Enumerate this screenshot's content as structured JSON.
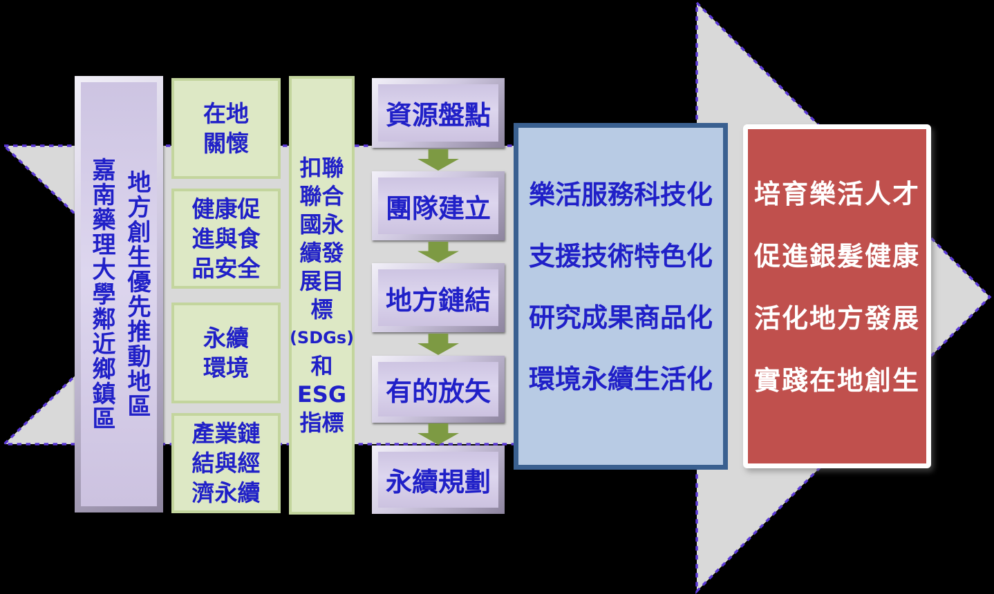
{
  "region_box": {
    "left_column": "嘉南藥理大學鄰近鄉鎮區",
    "right_column": "地方創生優先推動地區"
  },
  "focus_areas": [
    {
      "lines": [
        "在地",
        "關懷"
      ]
    },
    {
      "lines": [
        "健康促",
        "進與食",
        "品安全"
      ]
    },
    {
      "lines": [
        "永續",
        "環境"
      ]
    },
    {
      "lines": [
        "產業鏈",
        "結與經",
        "濟永續"
      ]
    }
  ],
  "sdgs_box": {
    "lines": [
      "扣聯",
      "聯合",
      "國永",
      "續發",
      "展目",
      "標",
      "(SDGs)",
      "和",
      "ESG",
      "指標"
    ]
  },
  "process": {
    "steps": [
      "資源盤點",
      "團隊建立",
      "地方鏈結",
      "有的放矢",
      "永續規劃"
    ]
  },
  "strategies": {
    "items": [
      "樂活服務科技化",
      "支援技術特色化",
      "研究成果商品化",
      "環境永續生活化"
    ]
  },
  "outcomes": {
    "items": [
      "培育樂活人才",
      "促進銀髮健康",
      "活化地方發展",
      "實踐在地創生"
    ]
  },
  "colors": {
    "background": "#000000",
    "arrow_fill": "#d9d9d9",
    "arrow_dash_border": "#5b39d8",
    "text_blue": "#2020c8",
    "green_box_fill": "#dde8c5",
    "green_box_border": "#c3d59d",
    "purple_box_fill": "#d5cde8",
    "step_arrow_green": "#7d9a43",
    "strategies_fill": "#b8cbe4",
    "strategies_border": "#3a6090",
    "outcomes_fill": "#c0504d",
    "outcomes_border": "#ffffff"
  }
}
